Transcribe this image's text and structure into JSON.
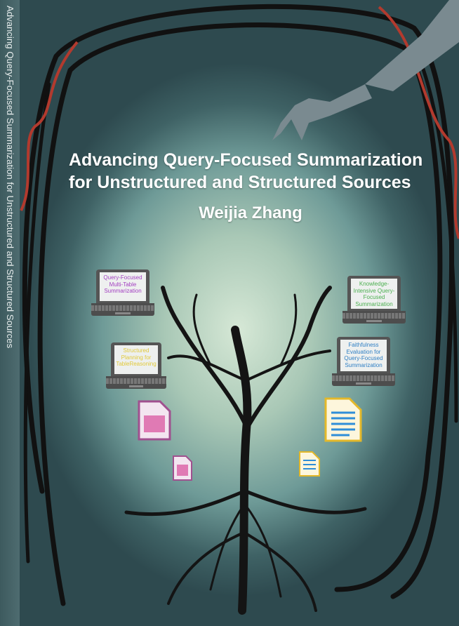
{
  "spine": {
    "text": "Advancing Query-Focused Summarization for Unstructured and Structured Sources"
  },
  "cover": {
    "title_line1": "Advancing Query-Focused Summarization",
    "title_line2": "for Unstructured and Structured Sources",
    "author": "Weijia Zhang"
  },
  "laptops": [
    {
      "text": "Query-Focused Multi-Table Summarization",
      "color": "#a23fc0"
    },
    {
      "text": "Structured Planning for TableReasoning",
      "color": "#e1c93a"
    },
    {
      "text": "Knowledge-Intensive Query-Focused Summarization",
      "color": "#4caf50"
    },
    {
      "text": "Faithfulness Evaluation for Query-Focused Summarization",
      "color": "#2f7fc4"
    }
  ]
}
